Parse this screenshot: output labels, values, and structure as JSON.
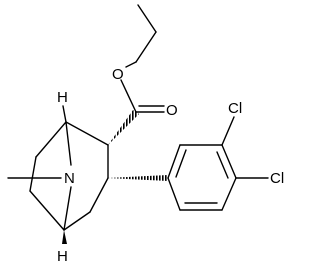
{
  "molecule": {
    "atom_labels": {
      "oxygen_ester": "O",
      "oxygen_carbonyl": "O",
      "nitrogen": "N",
      "chlorine_upper": "Cl",
      "chlorine_lower": "Cl",
      "hydrogen_upper": "H",
      "hydrogen_lower": "H"
    }
  }
}
